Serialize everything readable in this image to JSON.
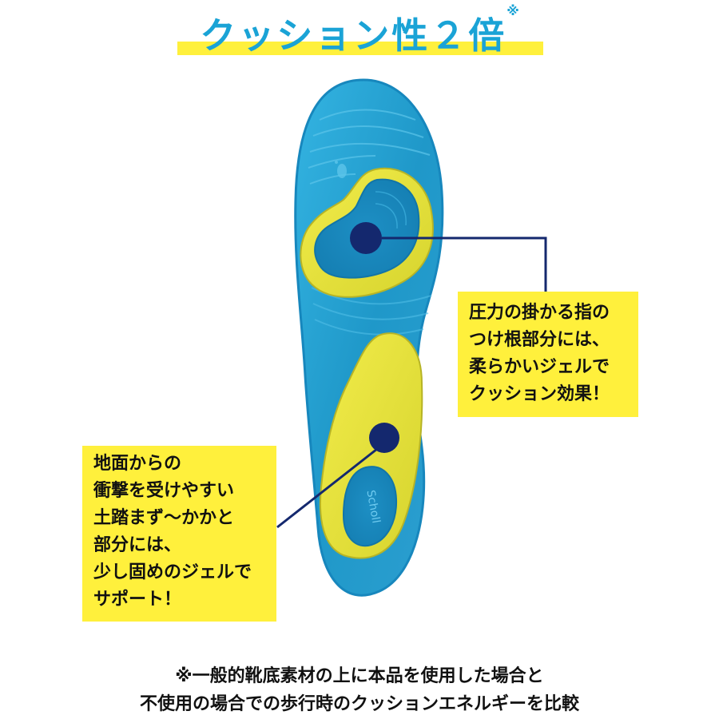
{
  "headline": {
    "text": "クッション性２倍",
    "mark": "※"
  },
  "callouts": {
    "forefoot": {
      "lines": [
        "圧力の掛かる指の",
        "つけ根部分には、",
        "柔らかいジェルで",
        "クッション効果！"
      ]
    },
    "heel": {
      "lines": [
        "地面からの",
        "衝撃を受けやすい",
        "土踏まず〜かかと",
        "部分には、",
        "少し固めのジェルで",
        "サポート！"
      ]
    }
  },
  "insole_logo": "Scholl",
  "footnote": {
    "line1": "※一般的靴底素材の上に本品を使用した場合と",
    "line2": "不使用の場合での歩行時のクッションエネルギーを比較"
  },
  "colors": {
    "headline": "#1aa3d6",
    "highlight": "#fff03c",
    "gel_blue": "#2aa6d4",
    "gel_yellow": "#e6e23a",
    "marker": "#14286e"
  }
}
